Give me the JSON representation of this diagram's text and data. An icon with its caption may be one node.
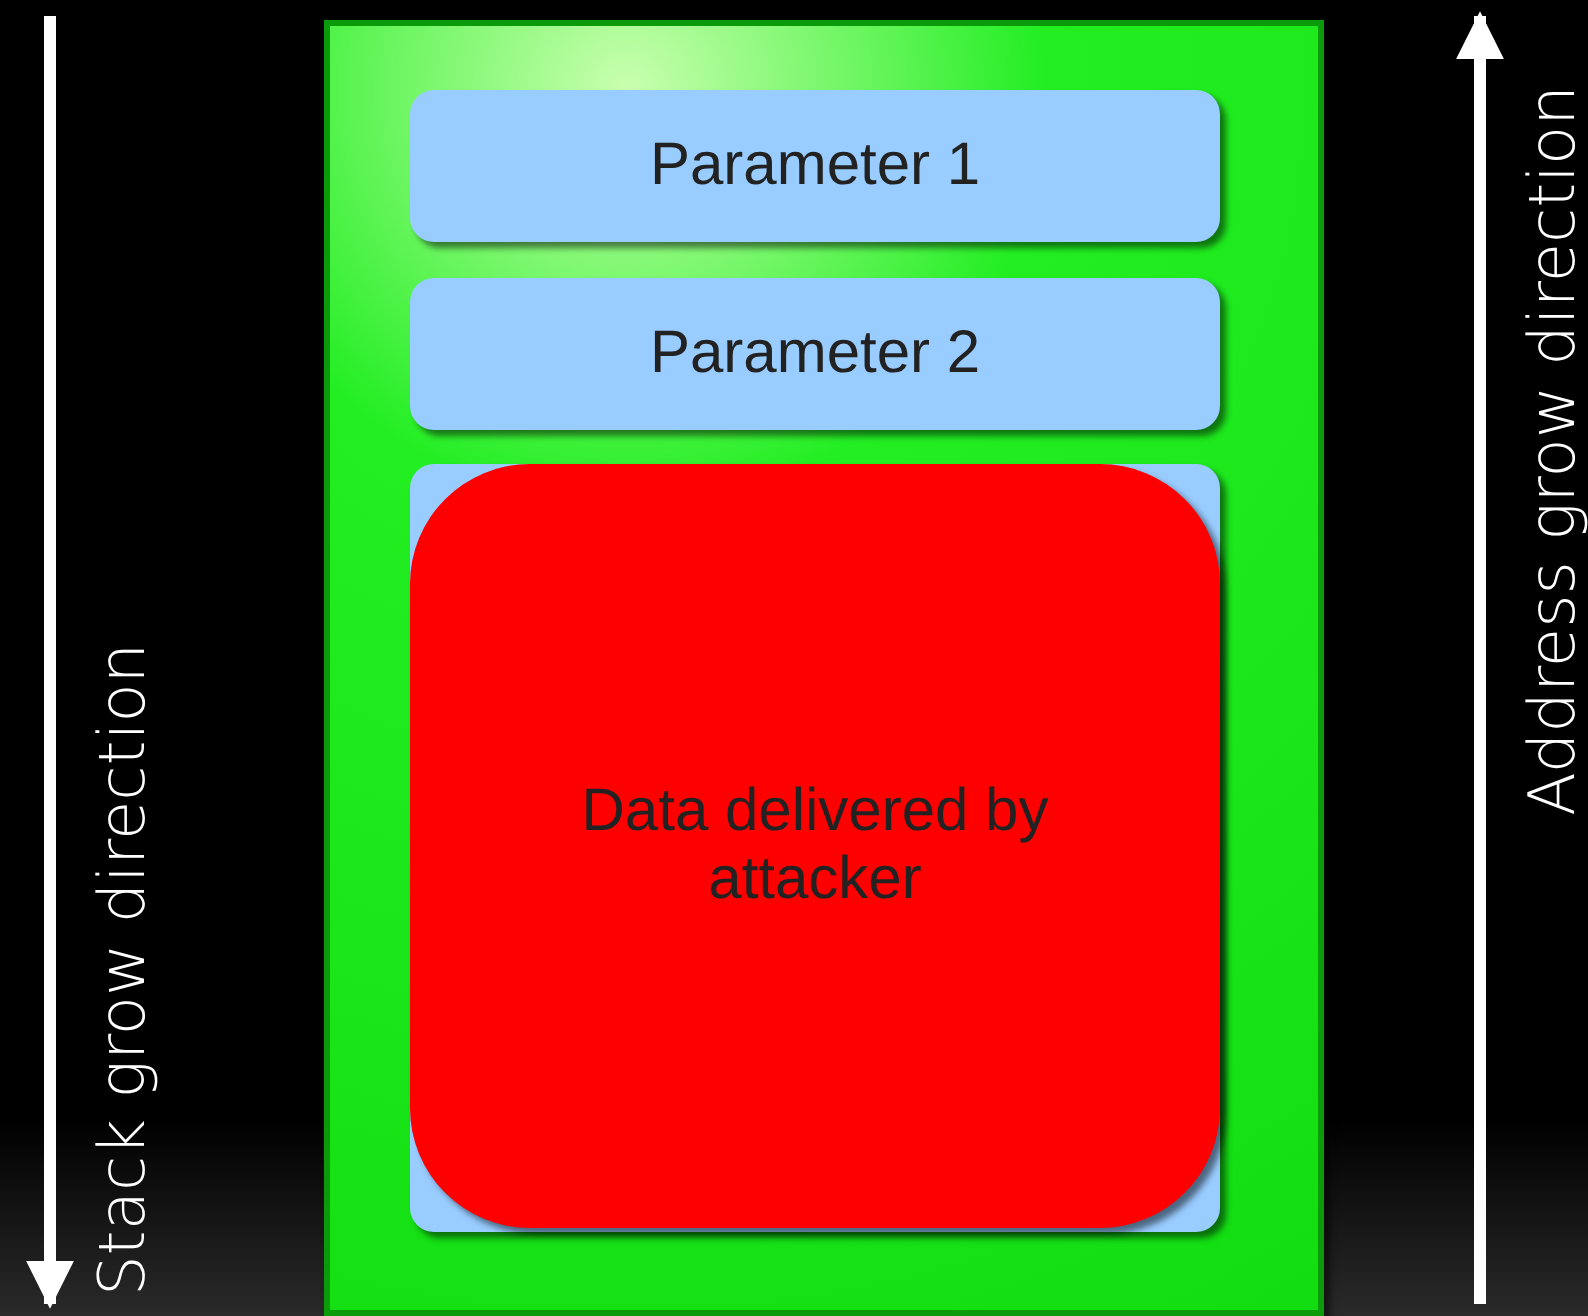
{
  "diagram": {
    "nodes": [
      {
        "text": [],
        "shape": "box"
      },
      {
        "text": [
          "Parameter 1"
        ],
        "in": 0
      },
      {
        "text": [
          "Parameter 2"
        ],
        "in": 0
      },
      {
        "text": [],
        "shape": "box",
        "in": 0
      },
      {
        "text": [
          "Data delivered by attacker"
        ],
        "in": 3
      }
    ],
    "labels": [
      "Stack grow direction",
      "Address grow direction"
    ]
  }
}
